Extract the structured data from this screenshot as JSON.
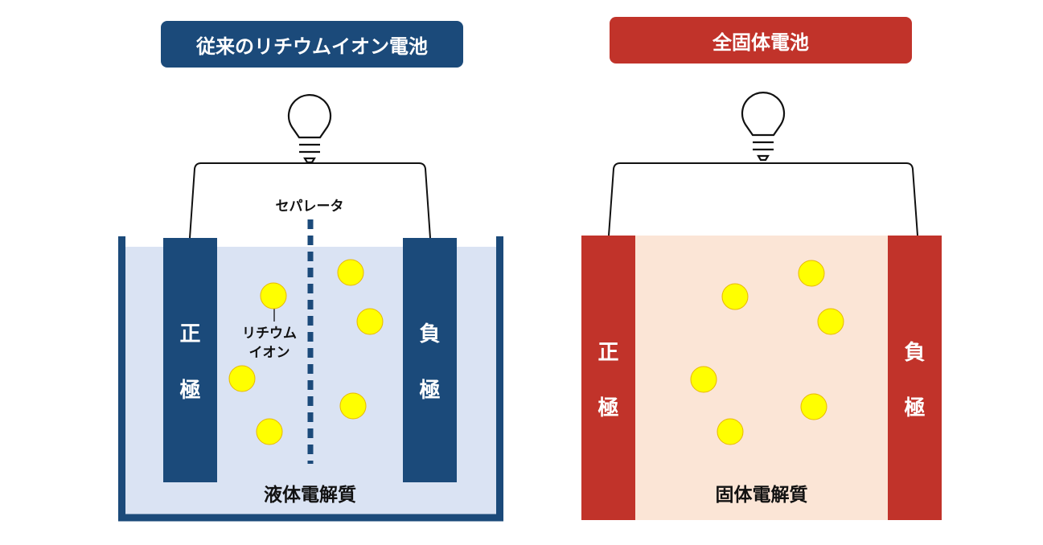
{
  "left": {
    "title": "従来のリチウムイオン電池",
    "positive_label": [
      "正",
      "極"
    ],
    "negative_label": [
      "負",
      "極"
    ],
    "separator_label": "セパレータ",
    "ion_label": [
      "リチウム",
      "イオン"
    ],
    "electrolyte_label": "液体電解質",
    "colors": {
      "title_bg": "#1b4a7a",
      "electrode": "#1b4a7a",
      "electrolyte": "#dae3f3"
    }
  },
  "right": {
    "title": "全固体電池",
    "positive_label": [
      "正",
      "極"
    ],
    "negative_label": [
      "負",
      "極"
    ],
    "electrolyte_label": "固体電解質",
    "colors": {
      "title_bg": "#c1332a",
      "electrode": "#c1332a",
      "electrolyte": "#fbe5d6"
    }
  },
  "ion_color": "#ffff00"
}
